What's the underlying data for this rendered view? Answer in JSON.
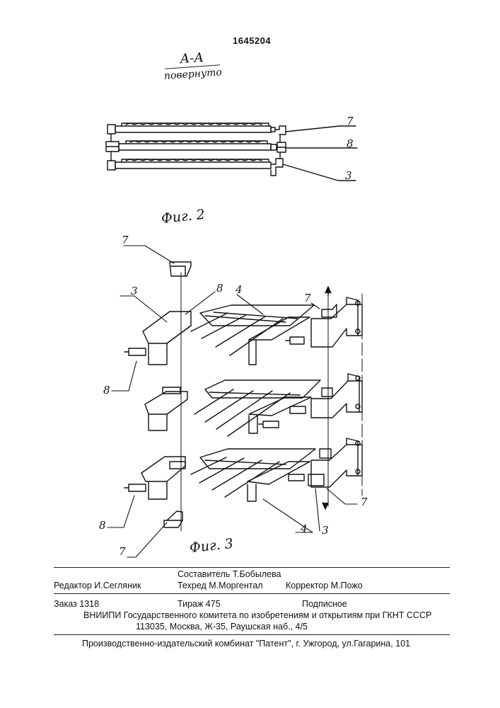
{
  "patent_number": "1645204",
  "section_label": "А-А",
  "section_note": "повернуто",
  "fig2_caption": "Фиг. 2",
  "fig3_caption": "Фиг. 3",
  "fig2_callouts": [
    "7",
    "8",
    "3"
  ],
  "fig3_callouts": {
    "top_7": "7",
    "left_3": "3",
    "top_8": "8",
    "top_4": "4",
    "right_7": "7",
    "left_8_upper": "8",
    "left_8_lower": "8",
    "bottom_7": "7",
    "bottom_4": "4",
    "bottom_3": "3",
    "bottom_right_7": "7"
  },
  "imprint": {
    "compiler": "Составитель  Т.Бобылева",
    "editor": "Редактор  И.Сегляник",
    "techred": "Техред М.Моргентал",
    "corrector": "Корректор  М.Пожо",
    "order": "Заказ  1318",
    "circulation": "Тираж  475",
    "subscription": "Подписное",
    "institute": "ВНИИПИ Государственного комитета по изобретениям и открытиям при ГКНТ СССР",
    "address": "113035, Москва, Ж-35, Раушская наб., 4/5",
    "publisher": "Производственно-издательский комбинат \"Патент\", г. Ужгород, ул.Гагарина, 101"
  }
}
